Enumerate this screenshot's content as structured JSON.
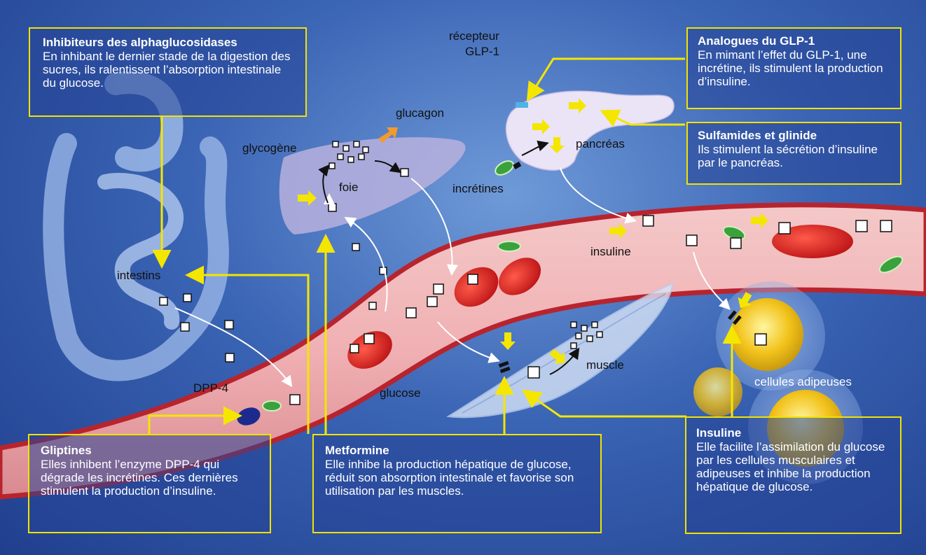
{
  "boxes": {
    "alpha": {
      "title": "Inhibiteurs des alphaglucosidases",
      "text": "En inhibant le dernier stade de la digestion des sucres, ils ralentissent l’absorption intestinale du glucose."
    },
    "glp1": {
      "title": "Analogues du GLP-1",
      "text": "En mimant l’effet du GLP-1, une incrétine, ils stimulent la production d’insuline."
    },
    "sulfamides": {
      "title": "Sulfamides et glinide",
      "text": "Ils stimulent la sécrétion d’insuline par le pancréas."
    },
    "gliptines": {
      "title": "Gliptines",
      "text": "Elles inhibent l’enzyme DPP-4 qui dégrade les incrétines. Ces dernières stimulent la production d’insuline."
    },
    "metformine": {
      "title": "Metformine",
      "text": "Elle inhibe la production hépatique de glucose, réduit son absorption intestinale et favorise son utilisation par les muscles."
    },
    "insuline": {
      "title": "Insuline",
      "text": "Elle facilite l’assimilation du glucose par les cellules musculaires et adipeuses et inhibe la production hépatique de glucose."
    }
  },
  "labels": {
    "recepteur": "récepteur",
    "glp1": "GLP-1",
    "glucagon": "glucagon",
    "glycogene": "glycogène",
    "foie": "foie",
    "pancreas": "pancréas",
    "incretines": "incrétines",
    "insuline": "insuline",
    "intestins": "intestins",
    "dpp4": "DPP-4",
    "glucose": "glucose",
    "muscle": "muscle",
    "cellules": "cellules adipeuses"
  },
  "colors": {
    "background": "#3a64b4",
    "box_border": "#f2e200",
    "arrow": "#f5e600",
    "vessel": "#c8404a",
    "glucagon_arrow": "#f39a2c"
  }
}
